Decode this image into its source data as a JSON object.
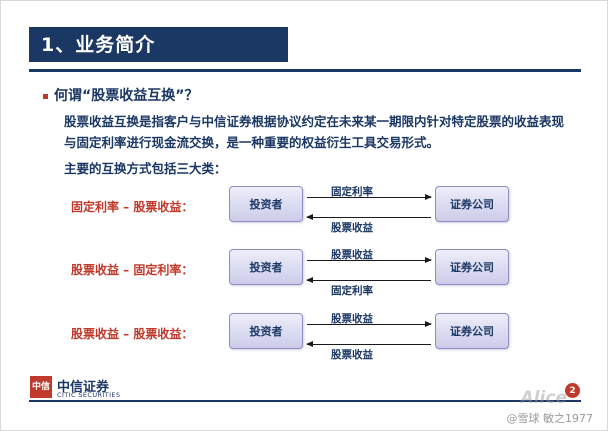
{
  "slide": {
    "title": "1、业务简介",
    "bullet_heading": "何谓“股票收益互换”？",
    "paragraph": "股票收益互换是指客户与中信证券根据协议约定在未来某一期限内针对特定股票的收益表现与固定利率进行现金流交换，是一种重要的权益衍生工具交易形式。",
    "paragraph2": "主要的互换方式包括三大类：",
    "rows": [
      {
        "label": "固定利率 – 股票收益：",
        "left_node": "投资者",
        "right_node": "证券公司",
        "top_arrow_label": "固定利率",
        "bottom_arrow_label": "股票收益",
        "top_direction": "right",
        "bottom_direction": "left"
      },
      {
        "label": "股票收益 – 固定利率：",
        "left_node": "投资者",
        "right_node": "证券公司",
        "top_arrow_label": "股票收益",
        "bottom_arrow_label": "固定利率",
        "top_direction": "right",
        "bottom_direction": "left"
      },
      {
        "label": "股票收益 – 股票收益：",
        "left_node": "投资者",
        "right_node": "证券公司",
        "top_arrow_label": "股票收益",
        "bottom_arrow_label": "股票收益",
        "top_direction": "right",
        "bottom_direction": "left"
      }
    ],
    "footer": {
      "logo_mark": "中信",
      "logo_cn": "中信证券",
      "logo_en": "CITIC SECURITIES",
      "page_number": "2"
    },
    "watermarks": {
      "center": "Alice",
      "bottom": "@雪球 敏之1977"
    }
  }
}
